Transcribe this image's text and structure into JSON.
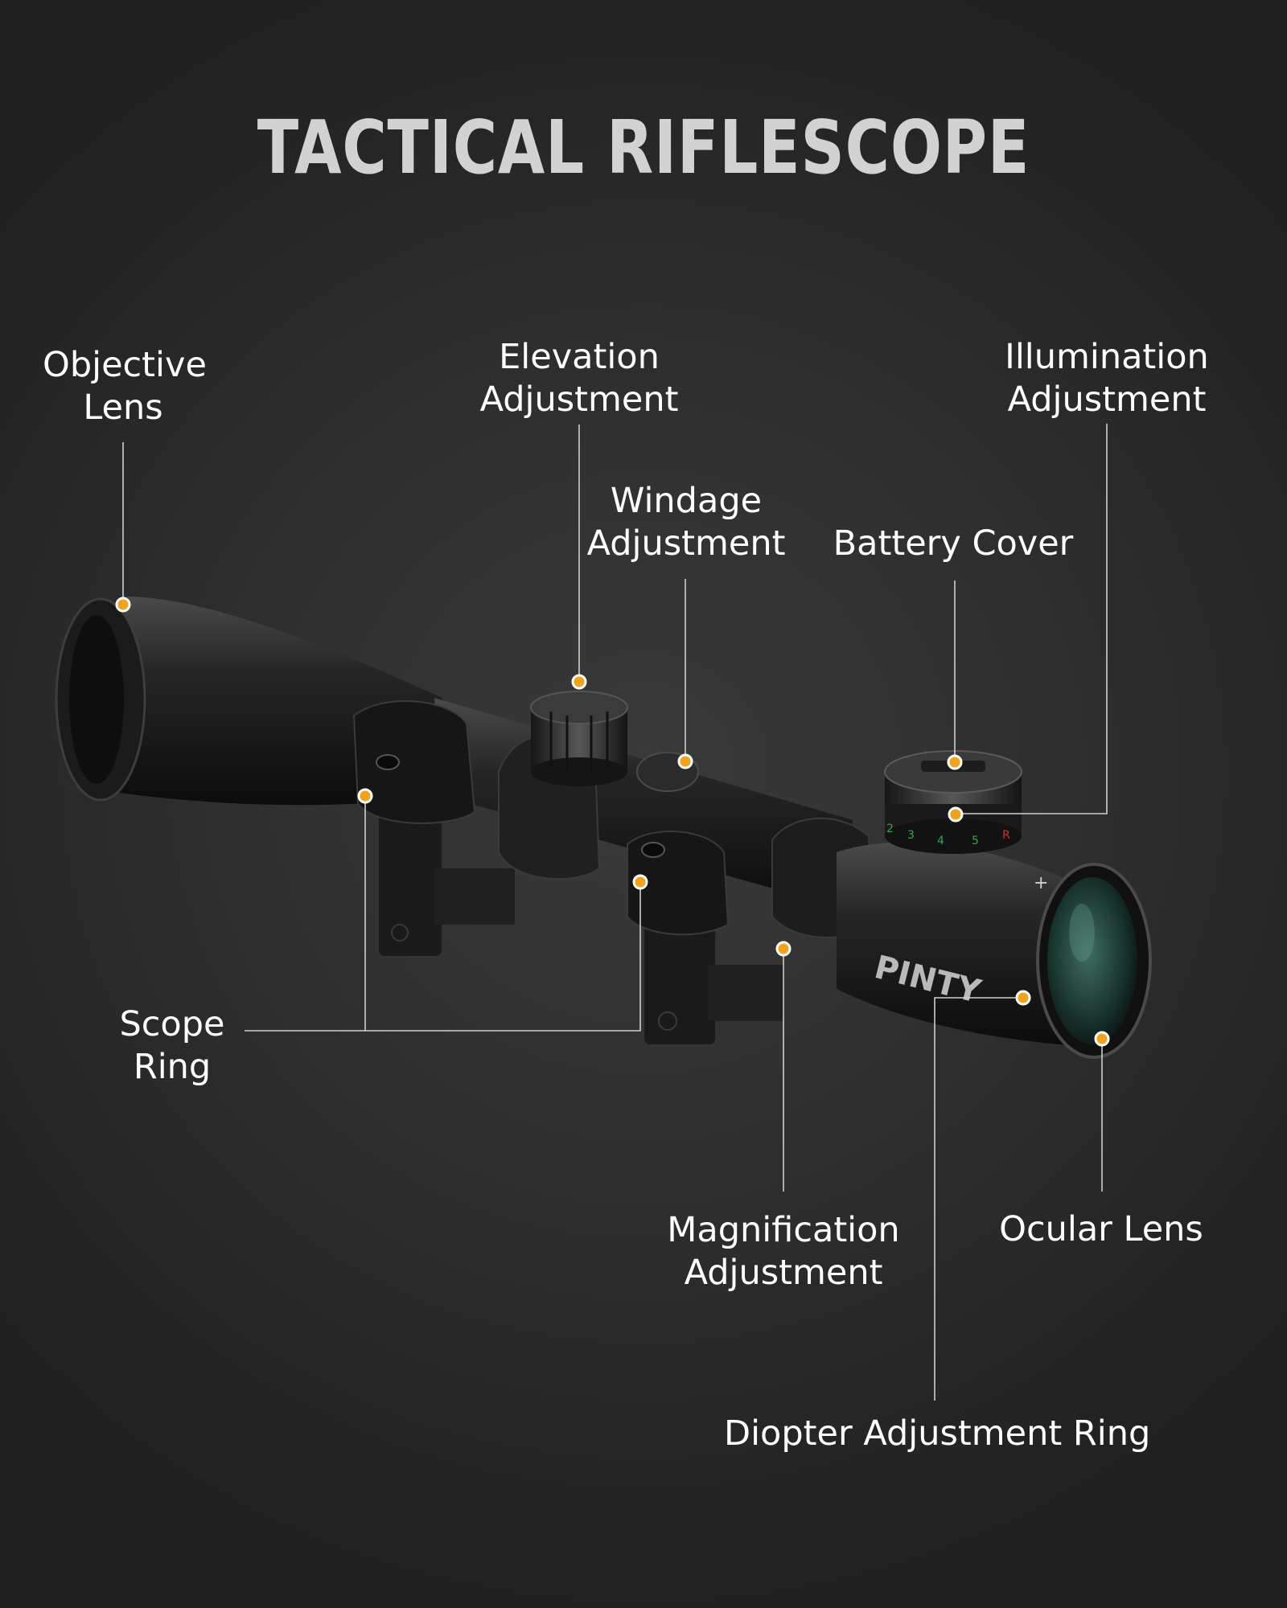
{
  "title": "TACTICAL RIFLESCOPE",
  "brand": "PINTY",
  "colors": {
    "callout_dot": "#f2a21b",
    "leader_line": "#cfcfcf",
    "text": "#ffffff",
    "title": "#d2d2d2"
  },
  "labels": {
    "objective_lens": [
      "Objective",
      "Lens"
    ],
    "elevation": [
      "Elevation",
      "Adjustment"
    ],
    "illumination": [
      "Illumination",
      "Adjustment"
    ],
    "windage": [
      "Windage",
      "Adjustment"
    ],
    "battery": [
      "Battery Cover"
    ],
    "scope_ring": [
      "Scope",
      "Ring"
    ],
    "magnification": [
      "Magnification",
      "Adjustment"
    ],
    "ocular": [
      "Ocular Lens"
    ],
    "diopter": [
      "Diopter Adjustment Ring"
    ]
  },
  "dial_numbers": {
    "green": [
      "2",
      "3",
      "4",
      "5"
    ],
    "red": "R"
  }
}
